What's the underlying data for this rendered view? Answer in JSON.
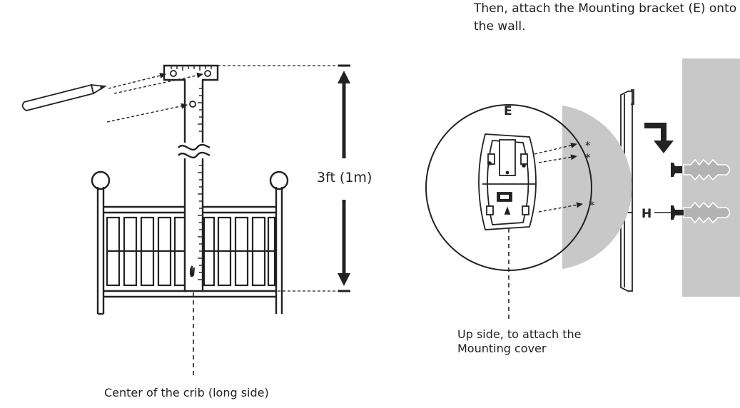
{
  "instruction": {
    "line1": "Then, attach the Mounting bracket (E) onto",
    "line2": "the wall."
  },
  "labels": {
    "height": "3ft (1m)",
    "crib_center": "Center of the crib (long side)",
    "up_side_line1": "Up side, to attach the",
    "up_side_line2": "Mounting cover",
    "bracket": "E",
    "screw": "H",
    "hole_marker": "*"
  },
  "colors": {
    "ink": "#222222",
    "wall": "#c8c8c8",
    "plug": "#b3b3b3"
  }
}
